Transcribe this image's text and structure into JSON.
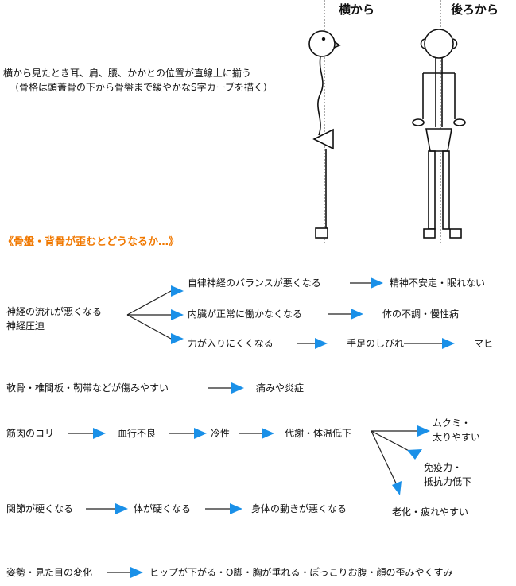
{
  "headings": {
    "side": "横から",
    "back": "後ろから"
  },
  "intro": {
    "line1": "横から見たとき耳、肩、腰、かかとの位置が直線上に揃う",
    "line2": "（骨格は頭蓋骨の下から骨盤まで緩やかなS字カーブを描く）"
  },
  "section_title": "《骨盤・背骨が歪むとどうなるか…》",
  "nerve": {
    "source1": "神経の流れが悪くなる",
    "source2": "神経圧迫",
    "autonomic": "自律神経のバランスが悪くなる",
    "mental": "精神不安定・眠れない",
    "organs": "内臓が正常に働かなくなる",
    "body_illness": "体の不調・慢性病",
    "strength": "力が入りにくくなる",
    "numbness_limbs": "手足のしびれ",
    "paralysis": "マヒ"
  },
  "cartilage": {
    "cause": "軟骨・椎間板・靭帯などが傷みやすい",
    "effect": "痛みや炎症"
  },
  "muscle": {
    "stiffness": "筋肉のコリ",
    "circulation": "血行不良",
    "cold": "冷性",
    "metabolism": "代謝・体温低下",
    "swelling_1": "ムクミ・",
    "swelling_2": "太りやすい",
    "immunity_1": "免疫力・",
    "immunity_2": "抵抗力低下",
    "aging": "老化・疲れやすい"
  },
  "joints": {
    "stiff_joints": "関節が硬くなる",
    "stiff_body": "体が硬くなる",
    "movement": "身体の動きが悪くなる"
  },
  "posture": {
    "cause": "姿勢・見た目の変化",
    "effect": "ヒップが下がる・O脚・胸が垂れる・ぽっこりお腹・顔の歪みやくすみ"
  },
  "colors": {
    "accent": "#f07800",
    "arrow": "#1a90e8",
    "line": "#222222"
  }
}
